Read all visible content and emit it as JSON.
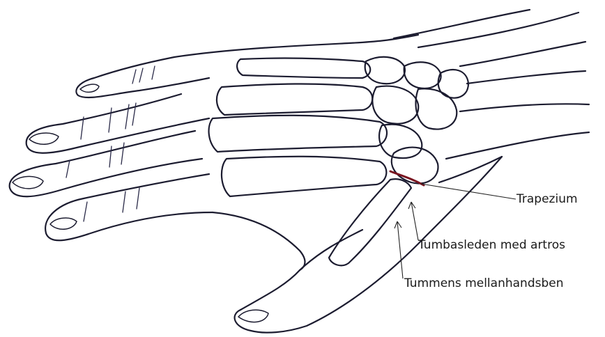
{
  "labels": {
    "trapezium": "Trapezium",
    "thumb_joint": "Tumbasleden med artros",
    "thumb_metacarpal": "Tummens mellanhandsben"
  },
  "colors": {
    "line": "#1c1c30",
    "arthrosis_highlight": "#7a1420"
  }
}
